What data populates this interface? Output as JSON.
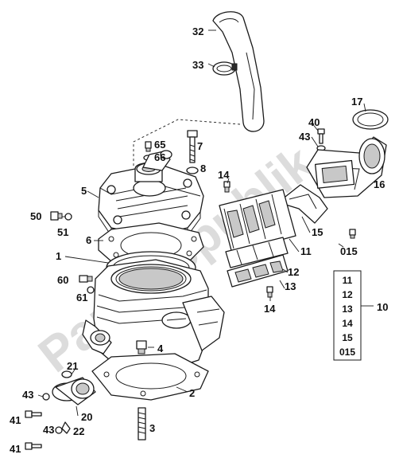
{
  "watermark": "PartsRepublik",
  "callouts": {
    "c32": "32",
    "c33": "33",
    "c65": "65",
    "c66": "66",
    "c7": "7",
    "c8": "8",
    "c5": "5",
    "c50": "50",
    "c51": "51",
    "c6": "6",
    "c1": "1",
    "c60": "60",
    "c61": "61",
    "c4": "4",
    "c21": "21",
    "c43a": "43",
    "c41a": "41",
    "c20": "20",
    "c43b": "43",
    "c22": "22",
    "c41b": "41",
    "c3": "3",
    "c2": "2",
    "c17": "17",
    "c40": "40",
    "c43c": "43",
    "c16": "16",
    "c14a": "14",
    "c15": "15",
    "c015": "015",
    "c11": "11",
    "c12": "12",
    "c13": "13",
    "c14b": "14",
    "c10": "10"
  },
  "kit_box": {
    "items": [
      "11",
      "12",
      "13",
      "14",
      "15",
      "015"
    ]
  }
}
